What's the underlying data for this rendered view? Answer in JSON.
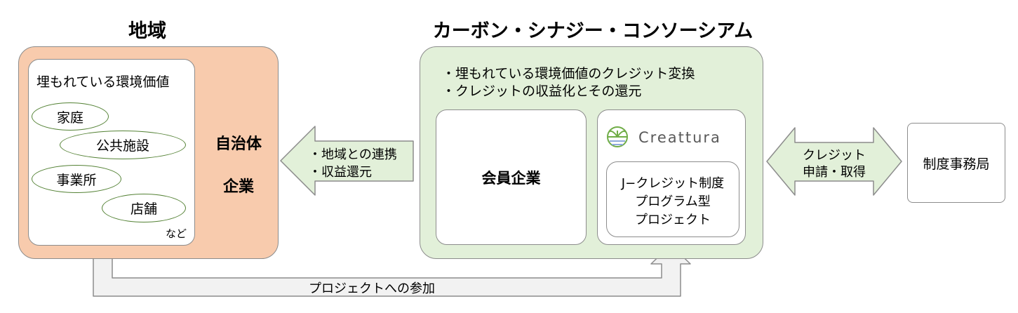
{
  "titles": {
    "region": "地域",
    "consortium": "カーボン・シナジー・コンソーシアム"
  },
  "region": {
    "box_title": "埋もれている環境価値",
    "items": [
      "家庭",
      "公共施設",
      "事業所",
      "店舗"
    ],
    "etc": "など",
    "actors": [
      "自治体",
      "企業"
    ]
  },
  "left_arrow": {
    "lines": [
      "・地域との連携",
      "・収益還元"
    ]
  },
  "consortium": {
    "bullets": [
      "・埋もれている環境価値のクレジット変換",
      "・クレジットの収益化とその還元"
    ],
    "member_box": "会員企業",
    "logo_text": "Creattura",
    "project_lines": [
      "J−クレジット制度",
      "プログラム型",
      "プロジェクト"
    ]
  },
  "right_arrow": {
    "lines": [
      "クレジット",
      "申請・取得"
    ]
  },
  "office": "制度事務局",
  "bottom_flow": "プロジェクトへの参加",
  "colors": {
    "region_fill": "#f8cbad",
    "consortium_fill": "#e2f0d9",
    "arrow_fill": "#e2f0d9",
    "ellipse_stroke": "#548235",
    "logo_green": "#70ad47"
  }
}
